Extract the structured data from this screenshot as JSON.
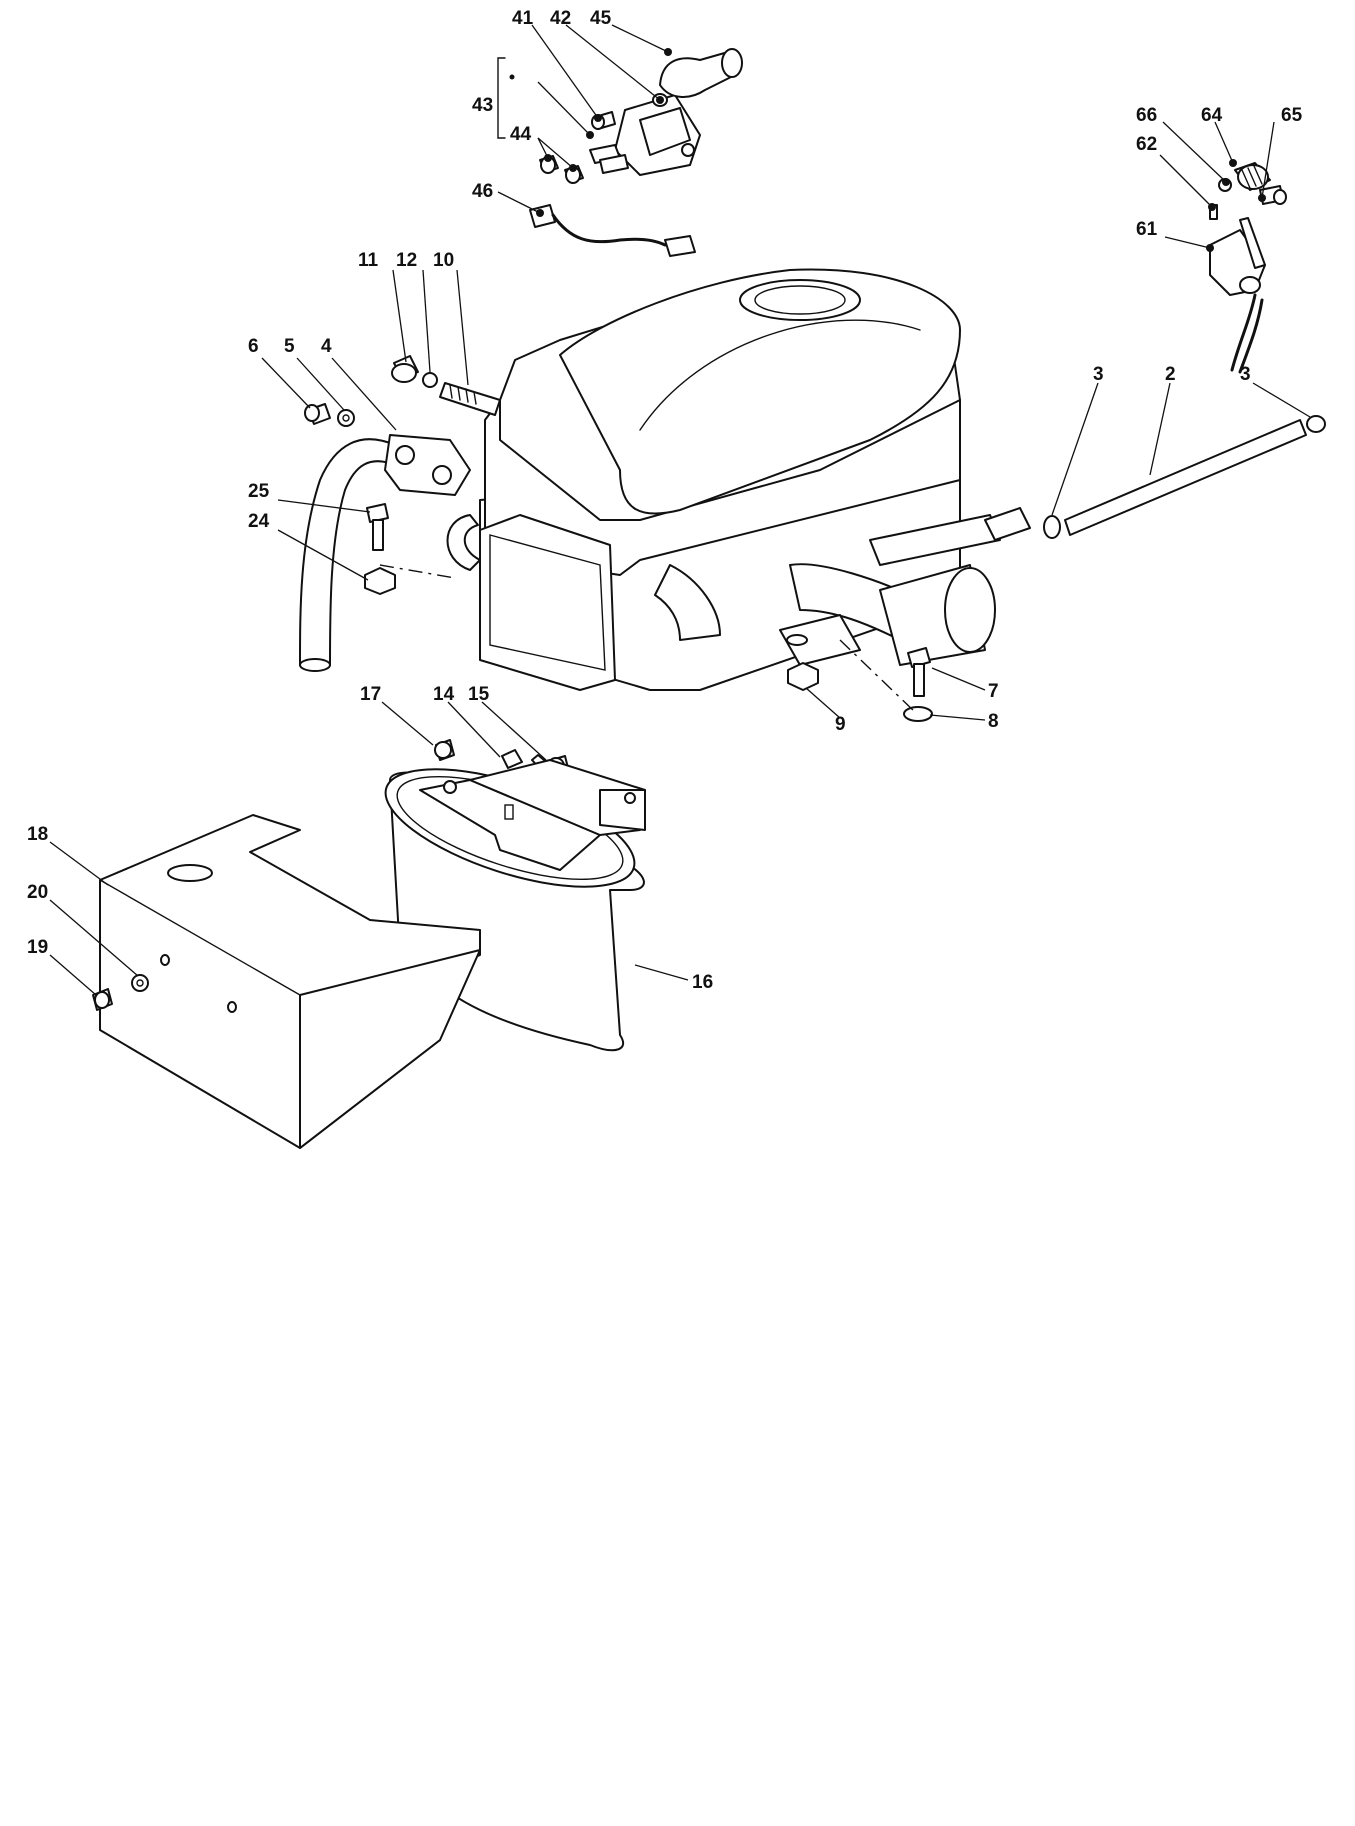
{
  "callouts": {
    "c41": "41",
    "c42": "42",
    "c45": "45",
    "c43": "43",
    "c44": "44",
    "c46": "46",
    "c66": "66",
    "c64": "64",
    "c65": "65",
    "c62": "62",
    "c61": "61",
    "c11": "11",
    "c12": "12",
    "c10": "10",
    "c6": "6",
    "c5": "5",
    "c4": "4",
    "c25": "25",
    "c24": "24",
    "c3a": "3",
    "c2": "2",
    "c3b": "3",
    "c7": "7",
    "c8": "8",
    "c9": "9",
    "c17": "17",
    "c14": "14",
    "c15": "15",
    "c18": "18",
    "c20": "20",
    "c19": "19",
    "c16": "16"
  }
}
